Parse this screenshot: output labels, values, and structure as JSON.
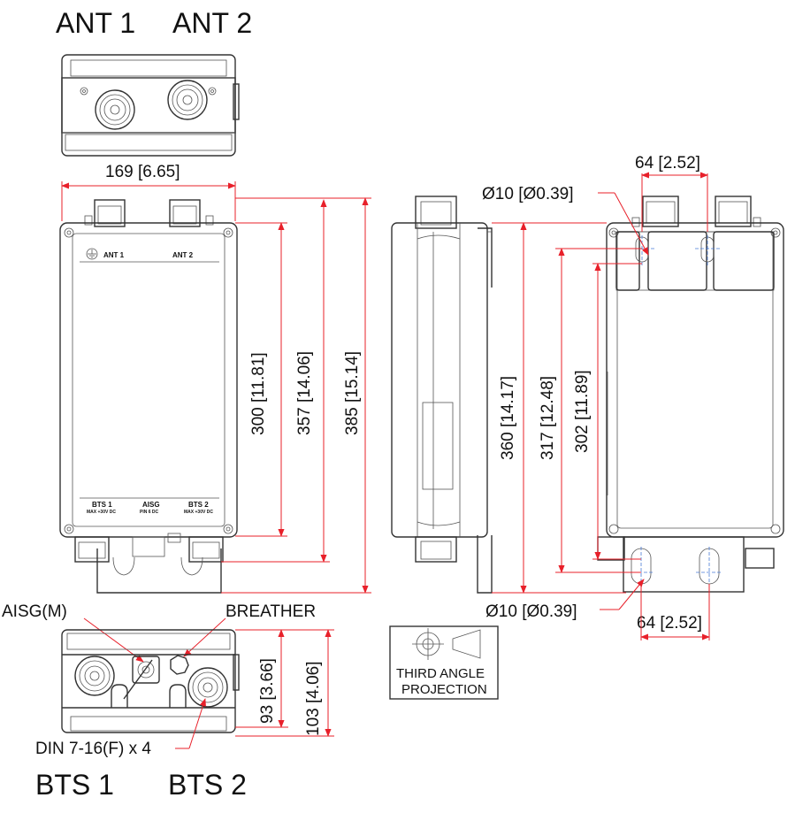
{
  "top_labels": {
    "ant1": "ANT 1",
    "ant2": "ANT 2"
  },
  "bottom_labels": {
    "bts1": "BTS 1",
    "bts2": "BTS 2"
  },
  "front_panel": {
    "ant1": "ANT 1",
    "ant2": "ANT 2",
    "bts1": "BTS 1",
    "bts1_sub": "MAX +30V DC",
    "aisg": "AISG",
    "aisg_sub": "PIN 6 DC",
    "bts2": "BTS 2",
    "bts2_sub": "MAX +30V DC"
  },
  "dimensions": {
    "width_front": "169 [6.65]",
    "h300": "300 [11.81]",
    "h357": "357 [14.06]",
    "h385": "385 [15.14]",
    "h360": "360 [14.17]",
    "h317": "317 [12.48]",
    "h302": "302 [11.89]",
    "w64_top": "64 [2.52]",
    "w64_bottom": "64 [2.52]",
    "hole_top": "Ø10 [Ø0.39]",
    "hole_bottom": "Ø10 [Ø0.39]",
    "h93": "93 [3.66]",
    "h103": "103 [4.06]"
  },
  "callouts": {
    "aisg": "AISG(M)",
    "breather": "BREATHER",
    "din": "DIN 7-16(F) x 4"
  },
  "projection": {
    "line1": "THIRD ANGLE",
    "line2": "PROJECTION"
  }
}
